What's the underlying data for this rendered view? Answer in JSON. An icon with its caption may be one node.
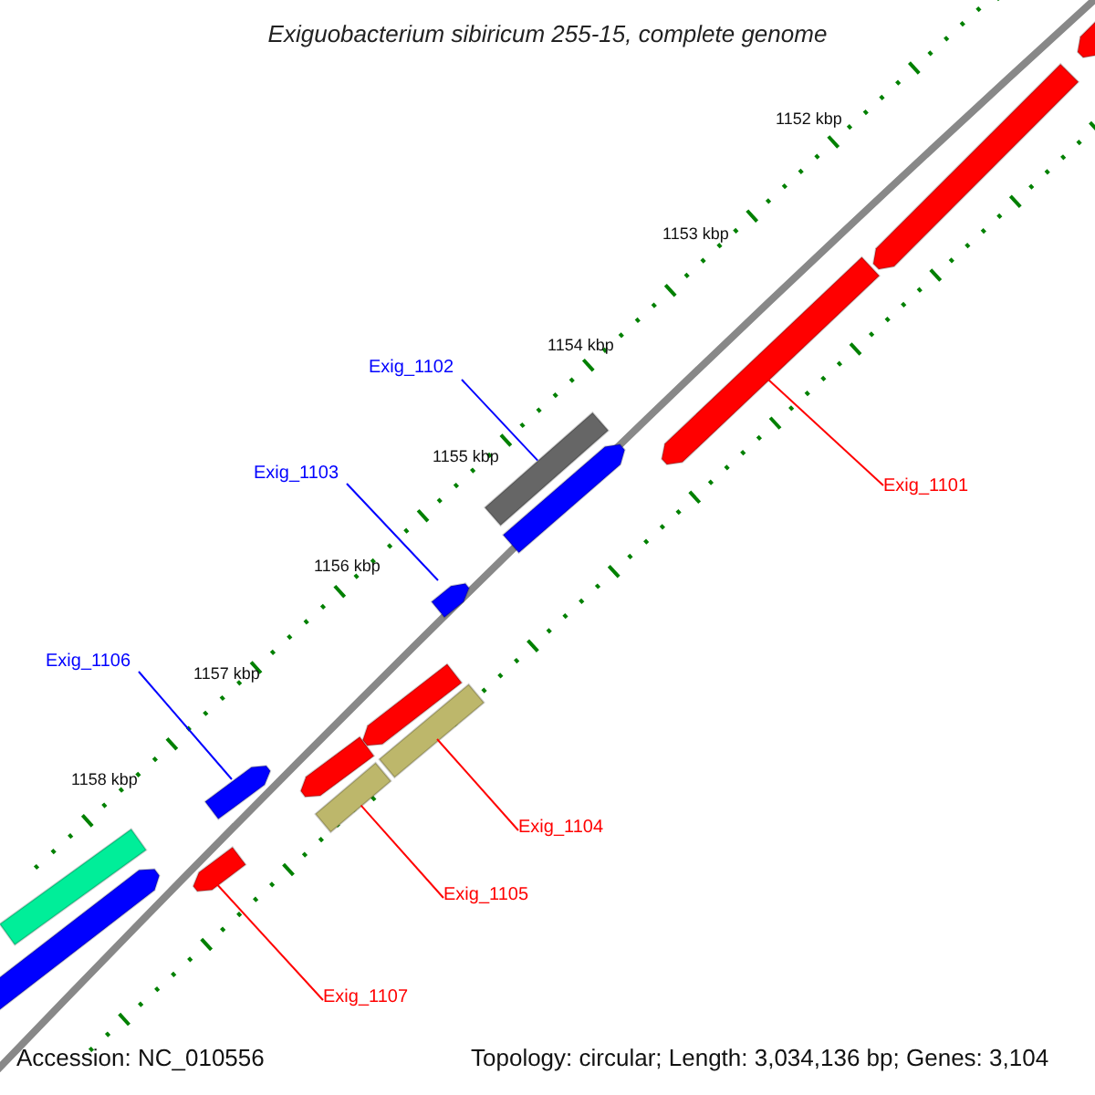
{
  "diagram": {
    "title": "Exiguobacterium sibiricum 255-15, complete genome",
    "nodes": [
      {
        "text": [
          "Exig_1102"
        ]
      },
      {
        "text": [],
        "shape": "bar"
      },
      {
        "text": [
          "Exig_1103"
        ]
      },
      {
        "text": [],
        "shape": "arrow"
      },
      {
        "text": [
          "Exig_1101"
        ]
      },
      {
        "text": [],
        "shape": "arrow"
      },
      {
        "text": [
          "Exig_1106"
        ]
      },
      {
        "text": [],
        "shape": "arrow"
      },
      {
        "text": [
          "Exig_1104"
        ]
      },
      {
        "text": [],
        "shape": "bar"
      },
      {
        "text": [
          "Exig_1105"
        ]
      },
      {
        "text": [],
        "shape": "bar"
      },
      {
        "text": [
          "Exig_1107"
        ]
      },
      {
        "text": [],
        "shape": "arrow"
      },
      {
        "text": [],
        "shape": "arrow"
      },
      {
        "text": [],
        "shape": "arrow"
      },
      {
        "text": [],
        "shape": "arrow"
      },
      {
        "text": [],
        "shape": "arrow"
      },
      {
        "text": [],
        "shape": "arrow"
      },
      {
        "text": [],
        "shape": "bar"
      },
      {
        "text": [],
        "shape": "arrow"
      }
    ],
    "edges": [
      {
        "from": 0,
        "to": 1,
        "arrow": "none",
        "color": "#0000ff"
      },
      {
        "from": 2,
        "to": 3,
        "arrow": "none",
        "color": "#0000ff"
      },
      {
        "from": 4,
        "to": 5,
        "arrow": "none"
      },
      {
        "from": 6,
        "to": 7,
        "arrow": "none",
        "color": "#0000ff"
      },
      {
        "from": 8,
        "to": 9,
        "arrow": "none"
      },
      {
        "from": 10,
        "to": 11,
        "arrow": "none"
      },
      {
        "from": 12,
        "to": 13,
        "arrow": "none"
      }
    ],
    "labels": [
      "1152 kbp",
      "1153 kbp",
      "1154 kbp",
      "1155 kbp",
      "1156 kbp",
      "1157 kbp",
      "1158 kbp",
      "Accession: NC_010556",
      "Topology: circular; Length: 3,034,136 bp; Genes: 3,104"
    ]
  }
}
